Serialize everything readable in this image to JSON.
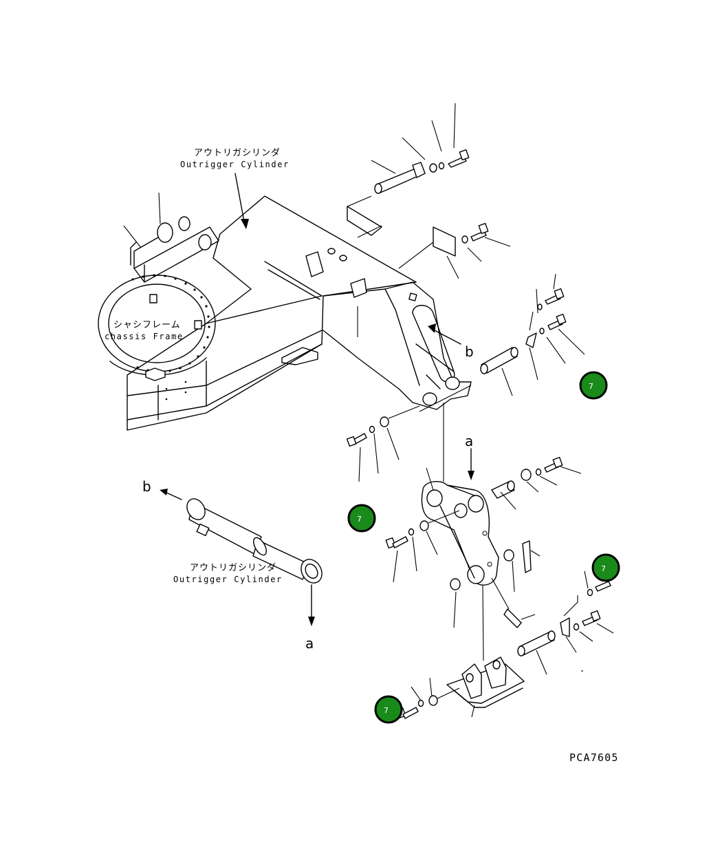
{
  "labels": {
    "cylinder_top_jp": "アウトリガシリンダ",
    "cylinder_top_en": "Outrigger Cylinder",
    "frame_jp": "シャシフレーム",
    "frame_en": "chassis Frame",
    "cylinder_bottom_jp": "アウトリガシリンダ",
    "cylinder_bottom_en": "Outrigger Cylinder"
  },
  "refs": {
    "b_upper": "b",
    "a_upper": "a",
    "b_lower": "b",
    "a_lower": "a"
  },
  "badges": [
    "7",
    "7",
    "7",
    "7"
  ],
  "drawing_code": "PCA7605",
  "colors": {
    "badge_fill": "#1a8a1a",
    "line": "#000000"
  }
}
